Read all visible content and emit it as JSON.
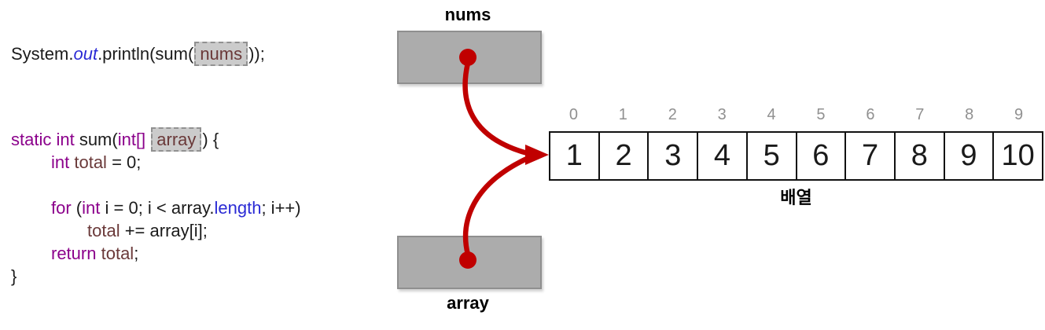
{
  "code": {
    "call_line": {
      "segments": [
        {
          "t": "System.",
          "c": "p"
        },
        {
          "t": "out",
          "c": "bi"
        },
        {
          "t": ".println(sum(",
          "c": "p"
        },
        {
          "t": "nums",
          "c": "hv"
        },
        {
          "t": "));",
          "c": "p"
        }
      ]
    },
    "function_lines": [
      {
        "indent": 0,
        "segments": [
          {
            "t": "static int ",
            "c": "k"
          },
          {
            "t": "sum(",
            "c": "p"
          },
          {
            "t": "int[]",
            "c": "k"
          },
          {
            "t": " ",
            "c": "p"
          },
          {
            "t": "array",
            "c": "hv"
          },
          {
            "t": ") {",
            "c": "p"
          }
        ]
      },
      {
        "indent": 1,
        "segments": [
          {
            "t": "int ",
            "c": "k"
          },
          {
            "t": "total",
            "c": "v"
          },
          {
            "t": " = 0;",
            "c": "p"
          }
        ]
      },
      {
        "indent": 0,
        "segments": []
      },
      {
        "indent": 1,
        "segments": [
          {
            "t": "for",
            "c": "k"
          },
          {
            "t": " (",
            "c": "p"
          },
          {
            "t": "int",
            "c": "k"
          },
          {
            "t": " i = 0; i < array.",
            "c": "p"
          },
          {
            "t": "length",
            "c": "b"
          },
          {
            "t": "; i++)",
            "c": "p"
          }
        ]
      },
      {
        "indent": 2,
        "segments": [
          {
            "t": "total",
            "c": "v"
          },
          {
            "t": " += array[i];",
            "c": "p"
          }
        ]
      },
      {
        "indent": 1,
        "segments": [
          {
            "t": "return",
            "c": "k"
          },
          {
            "t": " ",
            "c": "p"
          },
          {
            "t": "total",
            "c": "v"
          },
          {
            "t": ";",
            "c": "p"
          }
        ]
      },
      {
        "indent": 0,
        "segments": [
          {
            "t": "}",
            "c": "p"
          }
        ]
      }
    ]
  },
  "diagram": {
    "nums_box_label": "nums",
    "array_box_label": "array",
    "array_caption": "배열",
    "array": {
      "indices": [
        "0",
        "1",
        "2",
        "3",
        "4",
        "5",
        "6",
        "7",
        "8",
        "9"
      ],
      "values": [
        "1",
        "2",
        "3",
        "4",
        "5",
        "6",
        "7",
        "8",
        "9",
        "10"
      ]
    },
    "colors": {
      "arrow_red": "#c00000",
      "box_fill": "#acacac",
      "box_border": "#8f8f8f",
      "index_gray": "#909090",
      "keyword_purple": "#8b008b",
      "member_blue": "#2b2bd5",
      "variable_maroon": "#6a3939",
      "highlight_fill": "#cbcbcb",
      "highlight_border": "#919191"
    }
  }
}
